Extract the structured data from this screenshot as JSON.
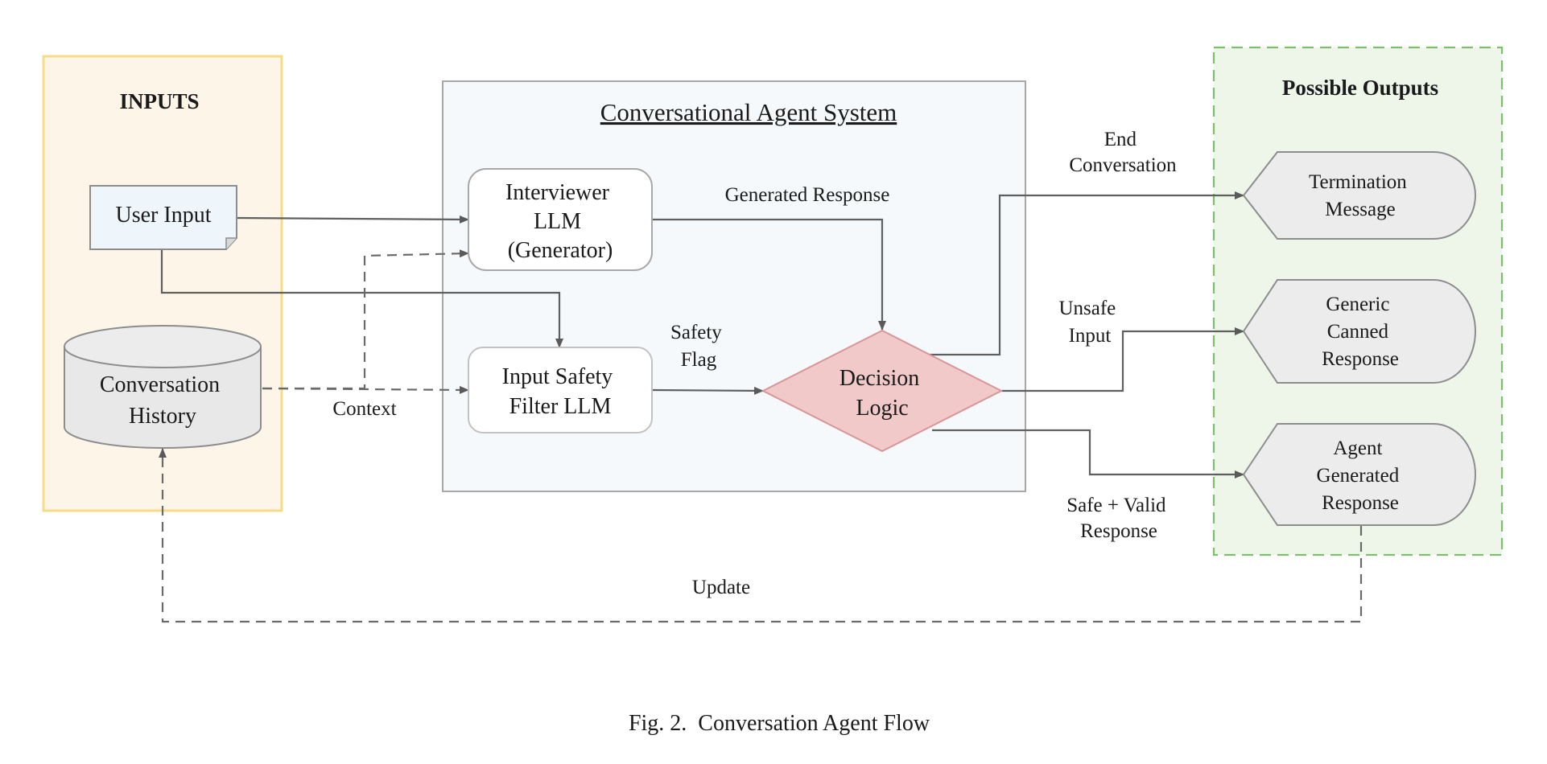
{
  "panels": {
    "inputs_title": "INPUTS",
    "system_title": "Conversational Agent System",
    "outputs_title": "Possible Outputs"
  },
  "nodes": {
    "user_input": [
      "User Input"
    ],
    "conversation_history": [
      "Conversation",
      "History"
    ],
    "interviewer_llm": [
      "Interviewer",
      "LLM",
      "(Generator)"
    ],
    "input_safety_filter": [
      "Input Safety",
      "Filter LLM"
    ],
    "decision_logic": [
      "Decision",
      "Logic"
    ],
    "termination_message": [
      "Termination",
      "Message"
    ],
    "generic_canned_response": [
      "Generic",
      "Canned",
      "Response"
    ],
    "agent_generated_response": [
      "Agent",
      "Generated",
      "Response"
    ]
  },
  "edge_labels": {
    "generated_response": [
      "Generated Response"
    ],
    "safety_flag": [
      "Safety",
      "Flag"
    ],
    "context": [
      "Context"
    ],
    "end_conversation": [
      "End",
      "Conversation"
    ],
    "unsafe_input": [
      "Unsafe",
      "Input"
    ],
    "safe_valid_response": [
      "Safe + Valid",
      "Response"
    ],
    "update": [
      "Update"
    ]
  },
  "caption": "Fig. 2.  Conversation Agent Flow",
  "colors": {
    "inputs_fill": "#fdf6e8",
    "inputs_border": "#f7dc88",
    "system_fill": "#f5f9fb",
    "system_border": "#a8a8a8",
    "outputs_fill": "#eef6ea",
    "outputs_border": "#7dbf6e",
    "node_fill": "#ffffff",
    "note_fill": "#eef6fb",
    "output_fill": "#ececec",
    "decision_fill": "#f1c9c9",
    "decision_border": "#d89696",
    "arrow": "#5f5f5f"
  }
}
